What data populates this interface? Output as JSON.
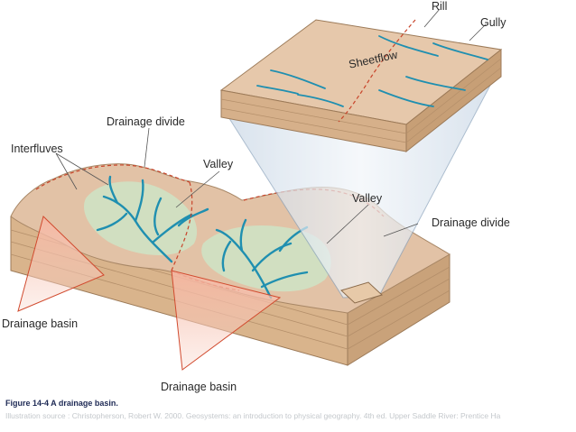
{
  "labels": {
    "rill": "Rill",
    "gully": "Gully",
    "sheetflow": "Sheetflow",
    "drainage_divide_left": "Drainage divide",
    "interfluves": "Interfluves",
    "valley_left": "Valley",
    "valley_right": "Valley",
    "drainage_divide_right": "Drainage divide",
    "drainage_basin_left": "Drainage basin",
    "drainage_basin_bottom": "Drainage basin"
  },
  "caption": {
    "title": "Figure 14-4 A drainage basin.",
    "source": "Illustration source :  Christopherson, Robert W. 2000. Geosystems: an introduction to physical geography. 4th ed. Upper Saddle River: Prentice Ha"
  },
  "colors": {
    "terrain": "#e2c2a6",
    "rock_side": "#d9b48c",
    "stream": "#1f8fb0",
    "valley_green": "#cfe2c4",
    "divide_line": "#c8442a",
    "basin_fill": "#f6c4b4",
    "callout_funnel": "#d8e4f0",
    "caption_title": "#1e2a55",
    "caption_source": "#c4c8cc"
  }
}
